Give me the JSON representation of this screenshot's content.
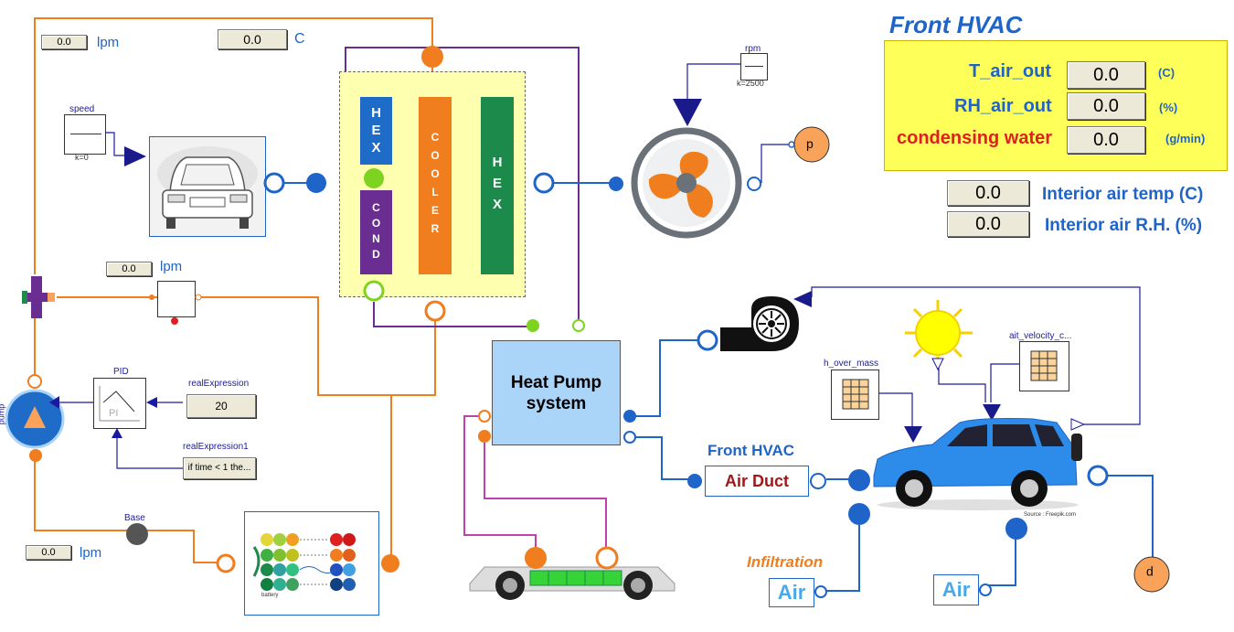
{
  "hvac_panel": {
    "title": "Front HVAC",
    "rows": [
      {
        "label": "T_air_out",
        "value": "0.0",
        "unit": "(C)"
      },
      {
        "label": "RH_air_out",
        "value": "0.0",
        "unit": "(%)"
      },
      {
        "label": "condensing water",
        "value": "0.0",
        "unit": "(g/min)"
      }
    ],
    "interior_temp": {
      "label": "Interior air temp (C)",
      "value": "0.0"
    },
    "interior_rh": {
      "label": "Interior air R.H. (%)",
      "value": "0.0"
    }
  },
  "displays": {
    "top_lpm": {
      "value": "0.0",
      "unit": "lpm"
    },
    "top_c": {
      "value": "0.0",
      "unit": "C"
    },
    "mid_lpm": {
      "value": "0.0",
      "unit": "lpm"
    },
    "bottom_lpm": {
      "value": "0.0",
      "unit": "lpm"
    }
  },
  "blocks": {
    "speed_label": "speed",
    "speed_k": "k=0",
    "rpm_label": "rpm",
    "rpm_k": "k=2500",
    "pid_label": "PID",
    "pid_inner": "PI",
    "pump_label": "pump",
    "real_expr_label": "realExpression",
    "real_expr_value": "20",
    "real_expr1_label": "realExpression1",
    "real_expr1_value": "if time < 1 the...",
    "base_label": "Base",
    "hex_left": "HEX",
    "cond": "COND",
    "cooler": "COOLER",
    "hex_right": "HEX",
    "p_left": "p",
    "p_right": "p",
    "heat_pump": "Heat Pump system",
    "front_hvac_label": "Front HVAC",
    "air_duct": "Air Duct",
    "h_over_mass": "h_over_mass",
    "air_velocity": "ait_velocity_c...",
    "infiltration": "Infiltration",
    "air_left": "Air",
    "air_right": "Air",
    "source": "Source : Freepik.com",
    "battery_label": "battery"
  },
  "colors": {
    "blue": "#1f64c8",
    "orange": "#f07d1e",
    "purple": "#6a2d91",
    "green": "#1b8a4a",
    "hex_blue": "#1f6bc8",
    "heatpump_fill": "#aad4f8",
    "panel_yellow": "#ffff5a"
  }
}
